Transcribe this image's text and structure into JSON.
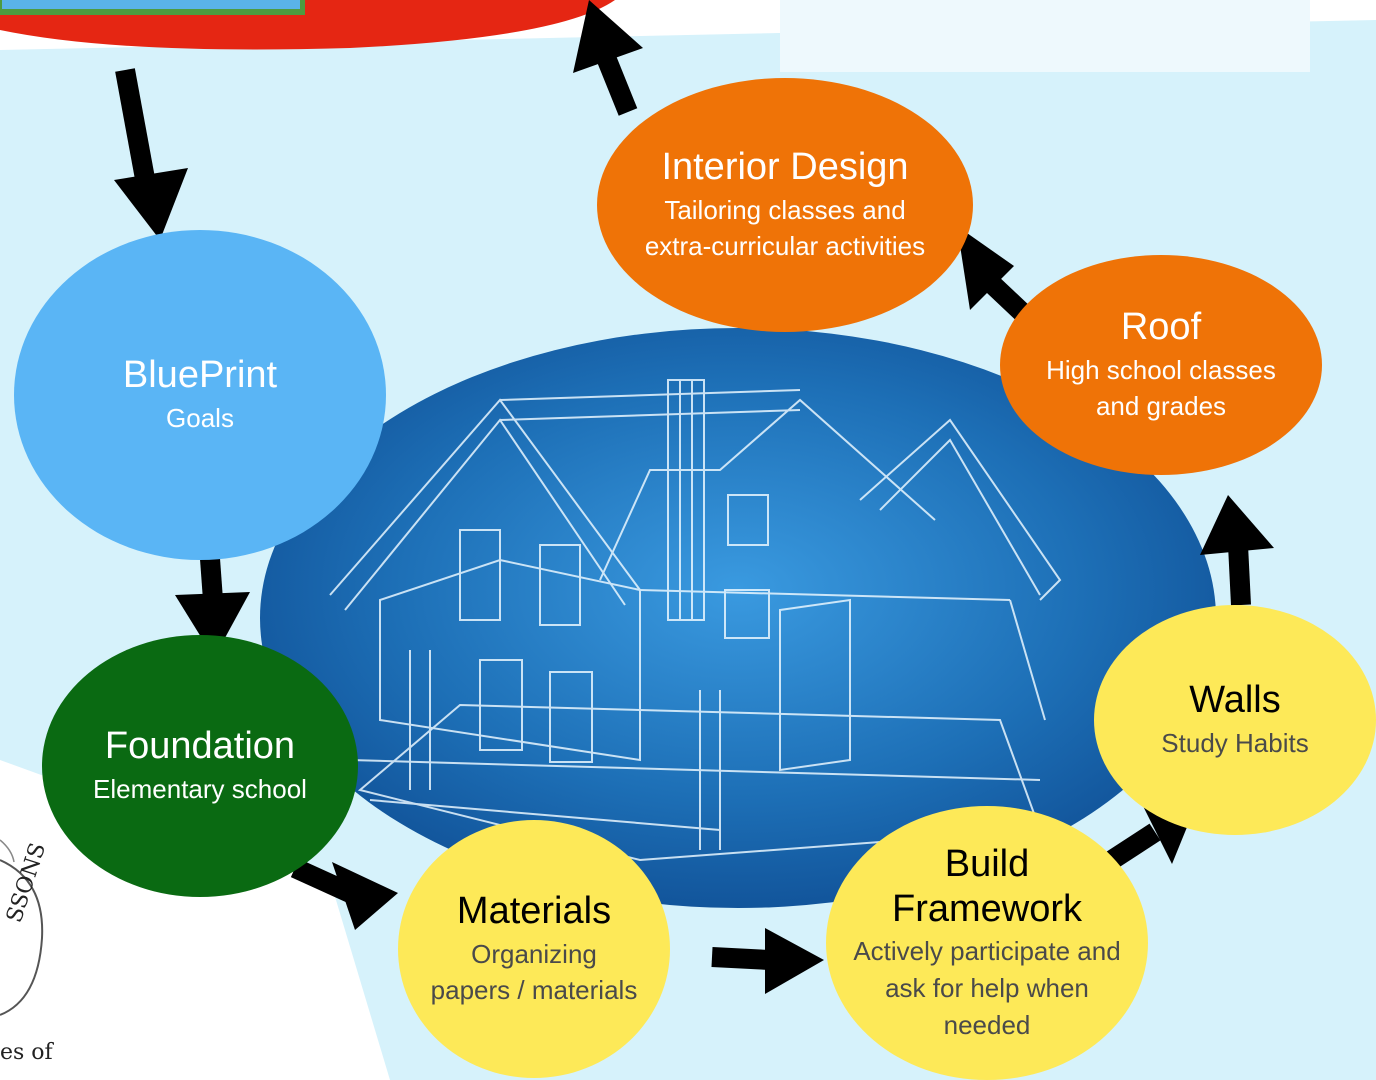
{
  "colors": {
    "background": "#d6f2fb",
    "top_banner": "#e52613",
    "center_oval": "#1f7fc3",
    "blue_node": "#5ab5f5",
    "green_node": "#0a6a12",
    "orange_node": "#ef7307",
    "yellow_node": "#fde958",
    "arrow": "#000000"
  },
  "nodes": {
    "blueprint": {
      "title": "BluePrint",
      "subtitle": "Goals"
    },
    "foundation": {
      "title": "Foundation",
      "subtitle": "Elementary school"
    },
    "materials": {
      "title": "Materials",
      "subtitle": "Organizing papers / materials"
    },
    "framework": {
      "title": "Build Framework",
      "subtitle": "Actively participate and ask for help when needed"
    },
    "walls": {
      "title": "Walls",
      "subtitle": "Study Habits"
    },
    "roof": {
      "title": "Roof",
      "subtitle": "High school classes and grades"
    },
    "interior": {
      "title": "Interior Design",
      "subtitle": "Tailoring classes and extra-curricular activities"
    }
  },
  "logo_partial_text": {
    "curved": "SSONS",
    "bottom": "es of"
  },
  "flow": [
    "blueprint",
    "foundation",
    "materials",
    "framework",
    "walls",
    "roof",
    "interior"
  ]
}
